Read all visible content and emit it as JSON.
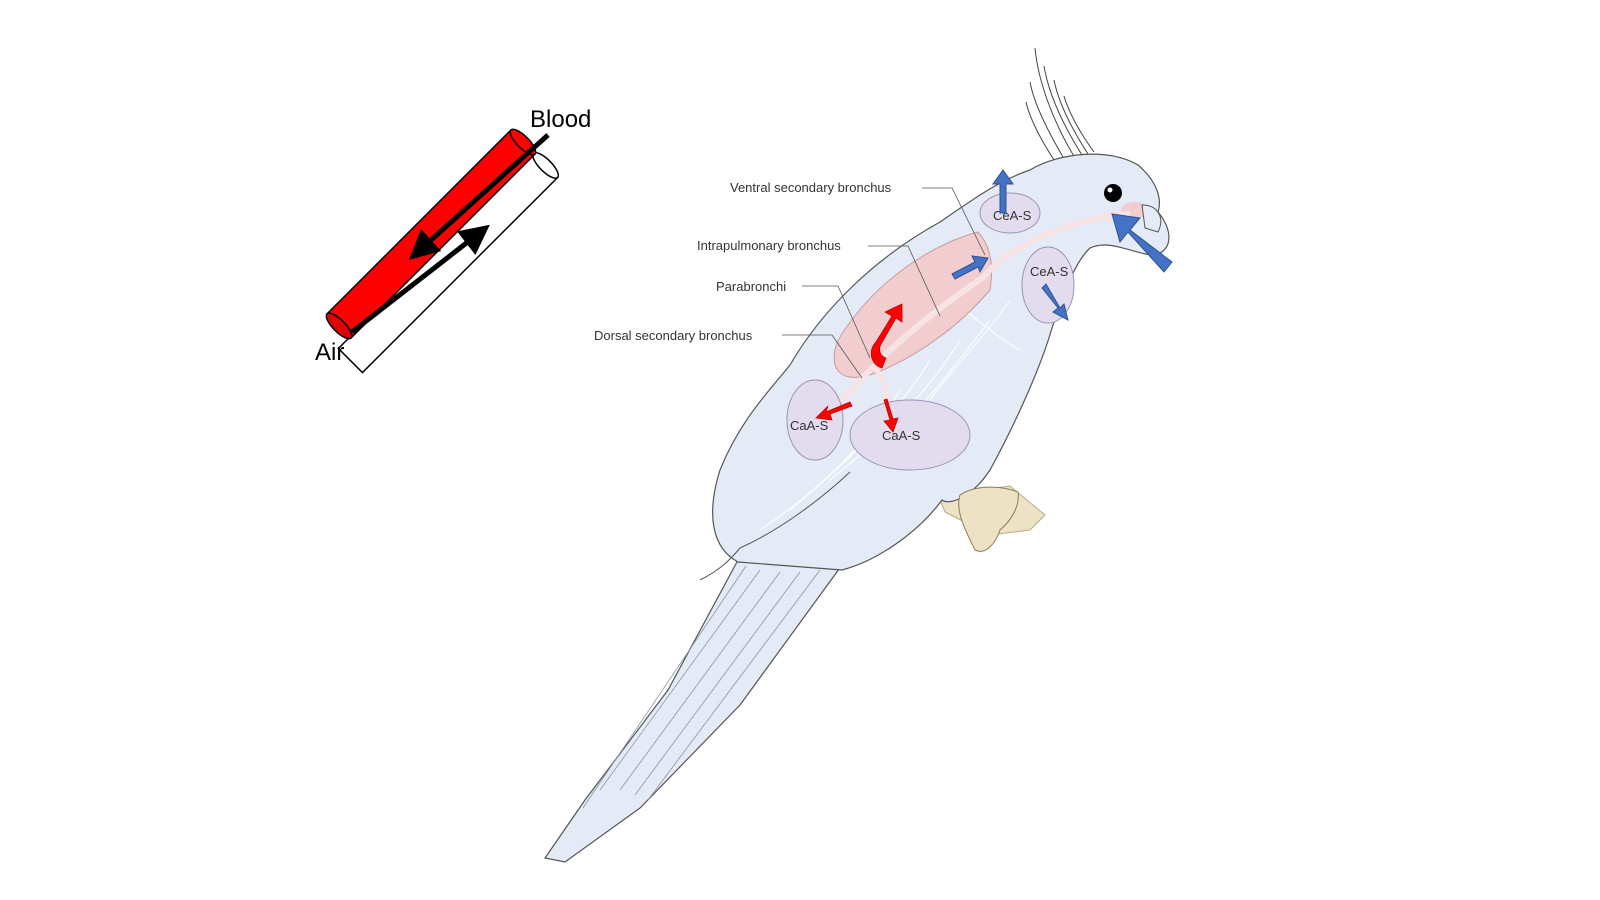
{
  "inset": {
    "blood_label": "Blood",
    "air_label": "Air",
    "blood_color": "#ff0000",
    "air_tube_color": "#ffffff"
  },
  "bird": {
    "callouts": {
      "ventral_secondary_bronchus": "Ventral secondary bronchus",
      "intrapulmonary_bronchus": "Intrapulmonary bronchus",
      "parabronchi": "Parabronchi",
      "dorsal_secondary_bronchus": "Dorsal secondary bronchus"
    },
    "sacs": {
      "cranial_upper": "CeA-S",
      "cranial_lower": "CeA-S",
      "caudal_left": "CaA-S",
      "caudal_right": "CaA-S"
    },
    "colors": {
      "body": "#e4eaf6",
      "lung": "#f2cdd0",
      "air_sac": "#e2dcee",
      "inhale_arrow": "#4472c4",
      "flow_arrow": "#ff0000",
      "foot": "#ede2c6"
    }
  }
}
